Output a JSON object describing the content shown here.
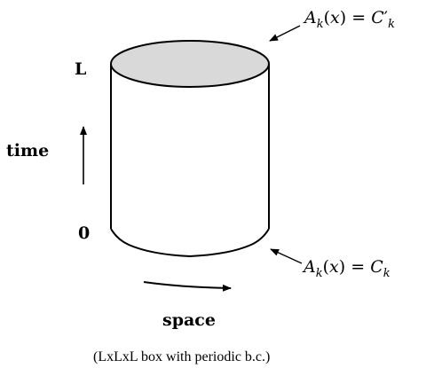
{
  "diagram": {
    "top_boundary_label": "A_k(x) = C'_k",
    "bottom_boundary_label": "A_k(x) = C_k",
    "time_top_label": "L",
    "time_bottom_label": "0",
    "time_axis_label": "time",
    "space_axis_label": "space",
    "caption": "(LxLxL box with periodic b.c.)",
    "colors": {
      "top_face_fill": "#d9d9d9",
      "stroke": "#000000"
    }
  }
}
